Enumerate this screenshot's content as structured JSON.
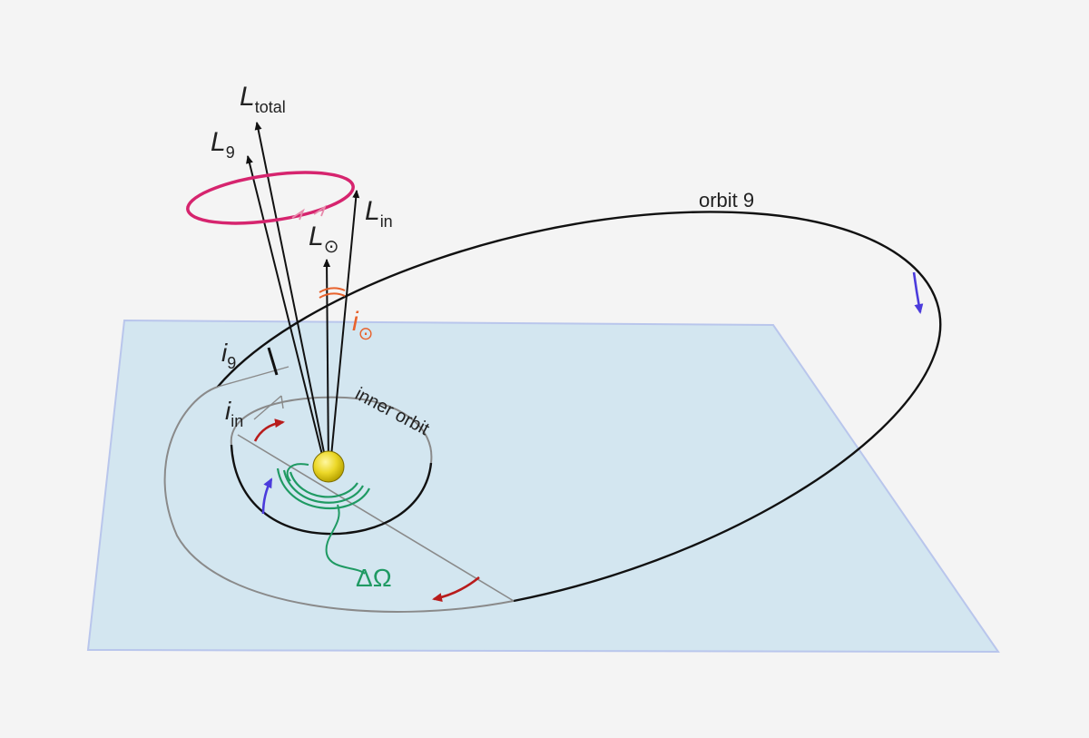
{
  "labels": {
    "L_total_symbol": "L",
    "L_total_sub": "total",
    "L9_symbol": "L",
    "L9_sub": "9",
    "Lin_symbol": "L",
    "Lin_sub": "in",
    "Lsun_symbol": "L",
    "Lsun_sub": "⊙",
    "i9_symbol": "i",
    "i9_sub": "9",
    "iin_symbol": "i",
    "iin_sub": "in",
    "isun_symbol": "i",
    "isun_sub": "⊙",
    "orbit9": "orbit 9",
    "inner_orbit": "inner orbit",
    "delta_omega": "ΔΩ"
  },
  "colors": {
    "background": "#f4f4f4",
    "plane_fill": "#d3e6f0",
    "plane_edge": "#b9c6ec",
    "orbit_line": "#111111",
    "gray_line": "#8a8a8a",
    "pink_precession": "#d6246e",
    "red_arrow": "#b81c1c",
    "blue_arrow": "#4b3bdc",
    "green_node": "#1f9a63",
    "orange_angle": "#e8622c",
    "sun_fill": "#ecd828"
  }
}
